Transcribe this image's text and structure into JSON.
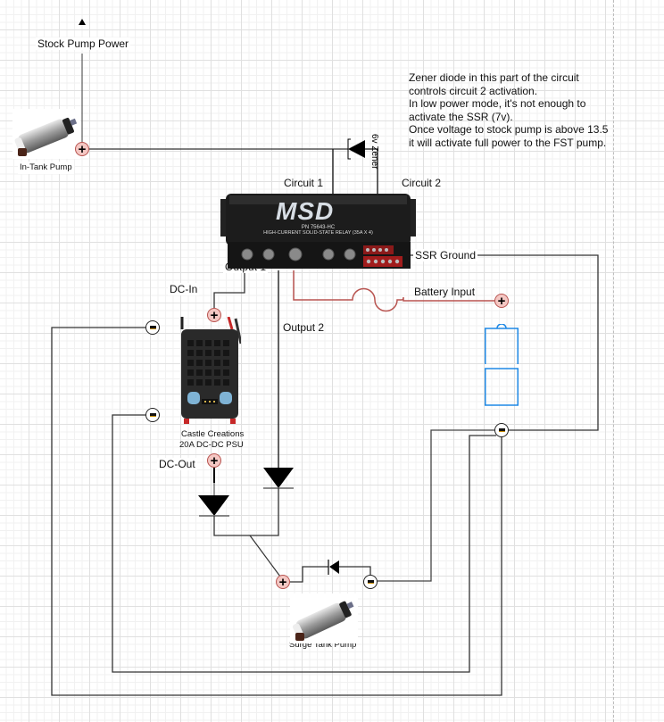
{
  "diagram": {
    "type": "wiring-schematic",
    "labels": {
      "stock_pump_power": "Stock Pump Power",
      "in_tank_pump": "In-Tank Pump",
      "zener": "6v Zener",
      "circuit_1": "Circuit 1",
      "circuit_2": "Circuit 2",
      "output_1": "Output 1",
      "output_2": "Output 2",
      "ssr_ground": "SSR Ground",
      "battery_input": "Battery Input",
      "dc_in": "DC-In",
      "dc_out": "DC-Out",
      "psu_line1": "Castle Creations",
      "psu_line2": "20A DC-DC PSU",
      "surge_tank_pump": "Surge Tank Pump"
    },
    "note": "Zener diode in this part of the circuit\ncontrols circuit 2 activation.\nIn low power mode, it's not enough to\nactivate the SSR (7v).\nOnce voltage to stock pump is above 13.5\nit will activate full power to the FST pump.",
    "relay": {
      "brand": "MSD",
      "part_number": "PN 75643-HC",
      "description": "HIGH-CURRENT SOLID-STATE RELAY (35A X 4)"
    },
    "terminals": {
      "positive": "+",
      "negative": "-"
    },
    "colors": {
      "wire": "#333333",
      "battery_wire": "#b85450",
      "terminal_positive_fill": "#f4c7c3",
      "battery_outline": "#1e88e5"
    }
  }
}
